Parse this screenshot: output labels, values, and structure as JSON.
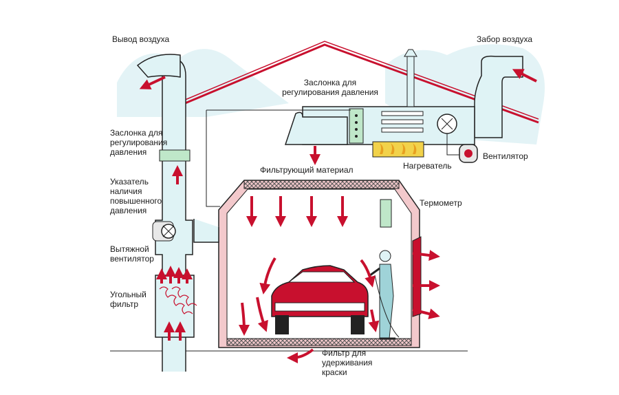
{
  "labels": {
    "air_outlet": "Вывод воздуха",
    "air_intake": "Забор воздуха",
    "damper_top": "Заслонка для\nрегулирования давления",
    "damper_left": "Заслонка для\nрегулирования\nдавления",
    "filter_material": "Фильтрующий материал",
    "heater": "Нагреватель",
    "fan": "Вентилятор",
    "thermometer": "Термометр",
    "pressure_indicator": "Указатель\nналичия\nповышенного\nдавления",
    "exhaust_fan": "Вытяжной\nвентилятор",
    "carbon_filter": "Угольный\nфильтр",
    "paint_filter": "Фильтр для\nудерживания\nкраски"
  },
  "colors": {
    "air": "#dff3f5",
    "duct_edge": "#2a2a2a",
    "arrow": "#c8102e",
    "wall": "#f3c9cc",
    "roof": "#c8102e",
    "car": "#c8102e",
    "flame": "#e8a020",
    "heater_bg": "#f2d24a"
  }
}
